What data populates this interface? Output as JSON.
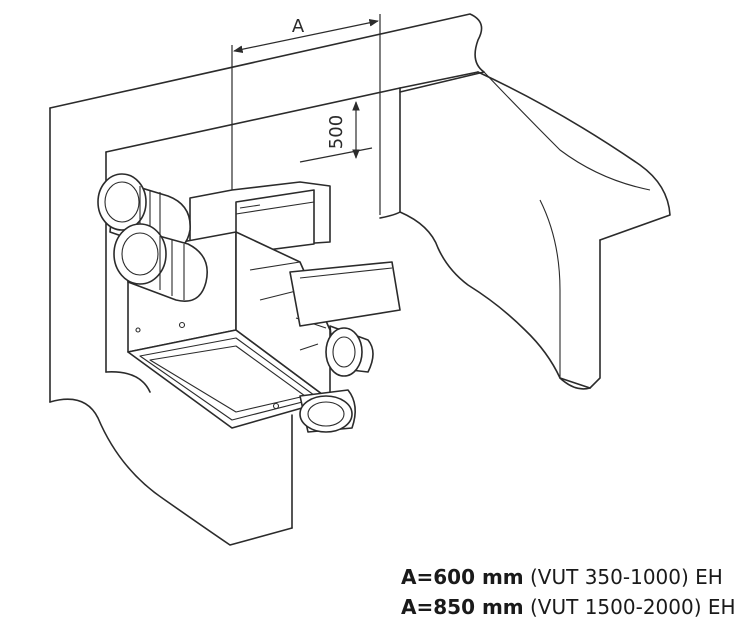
{
  "diagram": {
    "dimension_a_label": "A",
    "dimension_height_label": "500"
  },
  "spec": [
    {
      "value": "A=600 mm",
      "models": "(VUT 350-1000) EH"
    },
    {
      "value": "A=850 mm",
      "models": "(VUT 1500-2000) EH"
    }
  ]
}
